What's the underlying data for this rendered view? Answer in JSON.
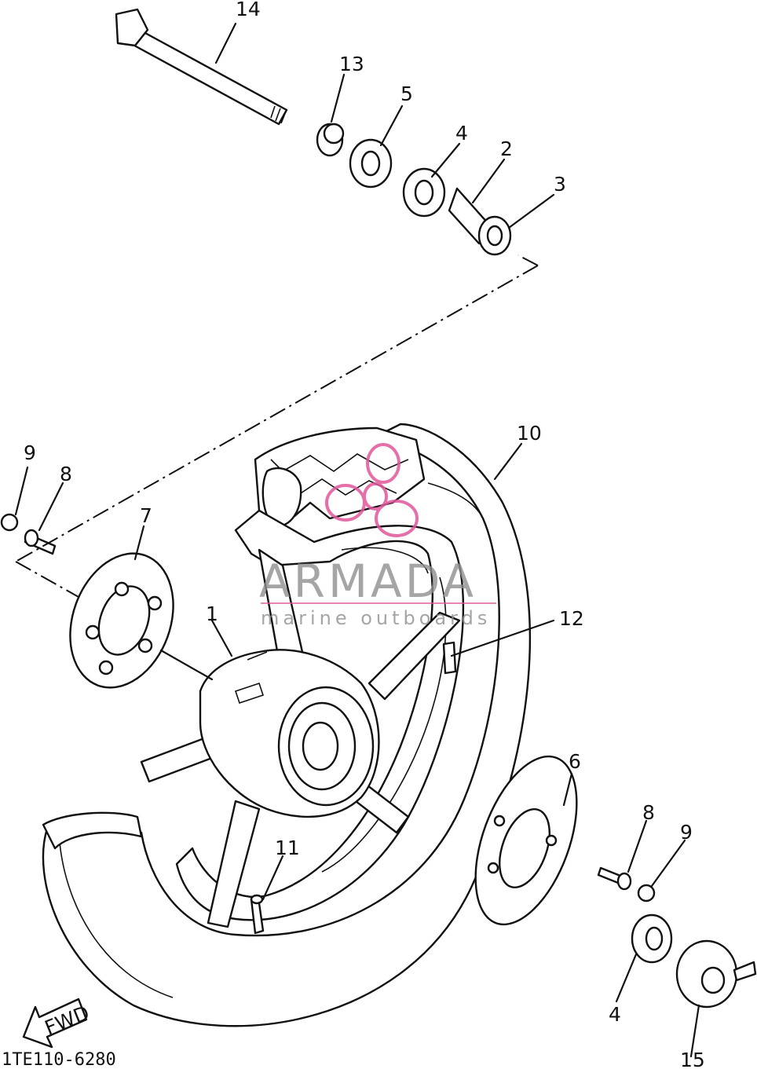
{
  "watermark": {
    "brand": "ARMADA",
    "tagline": "marine outboards",
    "accent_color": "#e0569b"
  },
  "drawing_code": "1TE110-6280",
  "direction_label": "FWD",
  "callouts": [
    {
      "id": "callout-14",
      "text": "14"
    },
    {
      "id": "callout-13",
      "text": "13"
    },
    {
      "id": "callout-5",
      "text": "5"
    },
    {
      "id": "callout-4-upper",
      "text": "4"
    },
    {
      "id": "callout-2",
      "text": "2"
    },
    {
      "id": "callout-3",
      "text": "3"
    },
    {
      "id": "callout-10",
      "text": "10"
    },
    {
      "id": "callout-9-left",
      "text": "9"
    },
    {
      "id": "callout-8-left",
      "text": "8"
    },
    {
      "id": "callout-7",
      "text": "7"
    },
    {
      "id": "callout-1",
      "text": "1"
    },
    {
      "id": "callout-12",
      "text": "12"
    },
    {
      "id": "callout-6",
      "text": "6"
    },
    {
      "id": "callout-8-right",
      "text": "8"
    },
    {
      "id": "callout-9-right",
      "text": "9"
    },
    {
      "id": "callout-11",
      "text": "11"
    },
    {
      "id": "callout-4-lower",
      "text": "4"
    },
    {
      "id": "callout-15",
      "text": "15"
    }
  ]
}
